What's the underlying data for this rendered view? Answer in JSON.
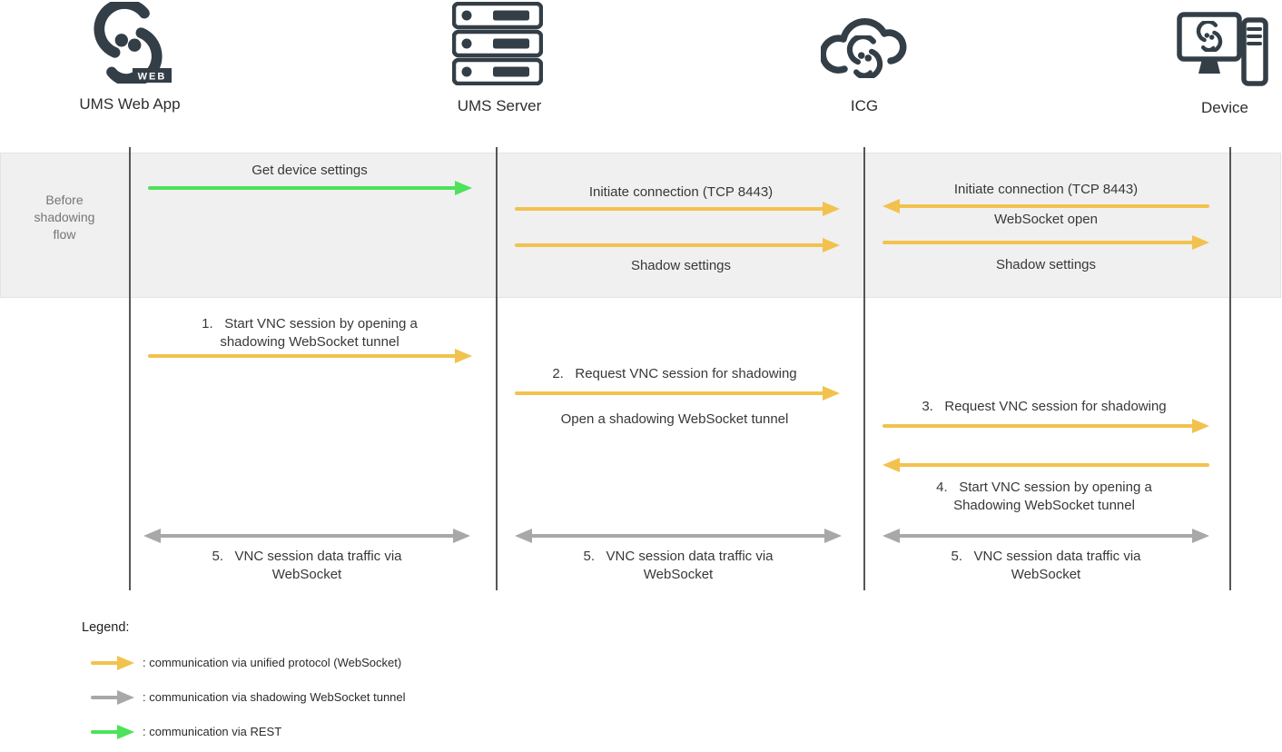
{
  "actors": [
    {
      "name": "UMS Web App",
      "icon": "igel-link-web-icon",
      "badge": "WEB"
    },
    {
      "name": "UMS Server",
      "icon": "server-stack-icon"
    },
    {
      "name": "ICG",
      "icon": "igel-cloud-icon"
    },
    {
      "name": "Device",
      "icon": "igel-device-icon"
    }
  ],
  "phase": {
    "label": "Before shadowing flow"
  },
  "messages": {
    "before_flow": {
      "get_device_settings": "Get device settings",
      "initiate_connection_ums_icg": "Initiate connection (TCP 8443)",
      "shadow_settings_ums_icg": "Shadow settings",
      "initiate_connection_device_icg": "Initiate connection (TCP 8443)",
      "websocket_open": "WebSocket open",
      "shadow_settings_icg_device": "Shadow settings"
    },
    "shadowing_flow": {
      "step1_line1": "1.   Start VNC session by opening a",
      "step1_line2": "shadowing WebSocket tunnel",
      "step2": "2.   Request VNC session for shadowing",
      "step2_open_tunnel": "Open a shadowing WebSocket tunnel",
      "step3": "3.   Request VNC session for shadowing",
      "step4_line1": "4.   Start VNC session by opening a",
      "step4_line2": "Shadowing WebSocket tunnel",
      "step5_line1": "5.   VNC session data traffic via",
      "step5_line2": "WebSocket"
    }
  },
  "legend": {
    "heading": "Legend:",
    "items": [
      {
        "arrow_color": "websocket",
        "label": ": communication via unified protocol (WebSocket)"
      },
      {
        "arrow_color": "tunnel",
        "label": ": communication via shadowing WebSocket tunnel"
      },
      {
        "arrow_color": "rest",
        "label": ": communication via REST"
      }
    ]
  },
  "colors": {
    "websocket": "#F2C24E",
    "tunnel": "#A8A8A8",
    "rest": "#4CE25A",
    "icon_dark": "#333E47",
    "band_bg": "#F0F0F0",
    "band_border": "#E3E3E3",
    "lifeline": "#565656",
    "text": "#383838",
    "muted_text": "#757575"
  }
}
